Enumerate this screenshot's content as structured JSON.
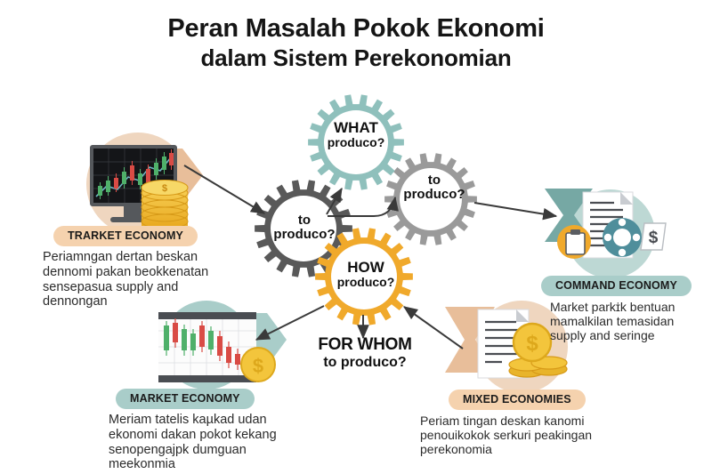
{
  "title": {
    "line1": "Peran Masalah Pokok Ekonomi",
    "line2": "dalam Sistem Perekonomian"
  },
  "gears": {
    "what": {
      "big": "WHAT",
      "small": "produco?",
      "color": "#8FC0BC"
    },
    "how": {
      "big": "HOW",
      "small": "produco?",
      "color": "#F0A92B"
    },
    "left": {
      "big": "to",
      "small": "produco?",
      "color": "#595959"
    },
    "right": {
      "big": "to",
      "small": "produco?",
      "color": "#9A9A9A"
    }
  },
  "for_whom": {
    "big": "FOR WHOM",
    "small": "to produco?"
  },
  "panels": [
    {
      "id": "trarket",
      "badge": "TRARKET ECONOMY",
      "badge_color": "#F5D2AE",
      "text": "Periamngan dertan beskan\ndennomi pakan beokkenatan\nsensepasua supply and\ndennongan"
    },
    {
      "id": "market",
      "badge": "MARKET ECONOMY",
      "badge_color": "#A9CDC9",
      "text": "Meriam tatelis kaµkad udan\nekonomi dakan pokot kekang\nsenopengajpk dumguan\nmeekonmia"
    },
    {
      "id": "command",
      "badge": "COMMAND ECONOMY",
      "badge_color": "#A9CDC9",
      "text": "Market parkɪ̇k bentuan\nmamalkilan temasidan\nsupply and seringe"
    },
    {
      "id": "mixed",
      "badge": "MIXED ECONOMIES",
      "badge_color": "#F5D2AE",
      "text": "Periam tingan deskan kanomi\npenouikokok serkuri peakingan\nperekonomia"
    }
  ],
  "illustrations": {
    "trarket": "stock-monitor-and-coin-stack-icon",
    "market": "candlestick-chart-and-dollar-coin-icon",
    "command": "document-clipboard-and-dollar-icon",
    "mixed": "document-and-coins-icon"
  },
  "arrows": {
    "count": 6,
    "color": "#3a3a3a"
  }
}
